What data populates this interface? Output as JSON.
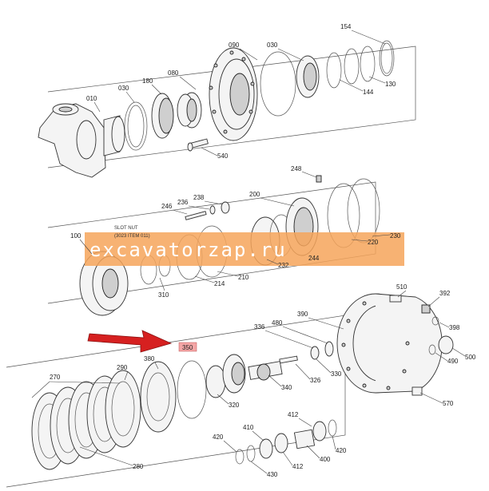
{
  "watermark": {
    "text": "excavatorzap.ru",
    "color": "#f6a55a"
  },
  "slot_note": {
    "line1": "SLOT NUT",
    "line2": "(3023 ITEM 011)"
  },
  "highlight": {
    "label": "350",
    "fill": "#f4a6a6",
    "arrow_color": "#d62020"
  },
  "callouts": [
    {
      "id": "154"
    },
    {
      "id": "090"
    },
    {
      "id": "030"
    },
    {
      "id": "180"
    },
    {
      "id": "080"
    },
    {
      "id": "030"
    },
    {
      "id": "010"
    },
    {
      "id": "144"
    },
    {
      "id": "130"
    },
    {
      "id": "540"
    },
    {
      "id": "248"
    },
    {
      "id": "200"
    },
    {
      "id": "238"
    },
    {
      "id": "236"
    },
    {
      "id": "246"
    },
    {
      "id": "100"
    },
    {
      "id": "220"
    },
    {
      "id": "230"
    },
    {
      "id": "244"
    },
    {
      "id": "232"
    },
    {
      "id": "210"
    },
    {
      "id": "214"
    },
    {
      "id": "310"
    },
    {
      "id": "510"
    },
    {
      "id": "392"
    },
    {
      "id": "390"
    },
    {
      "id": "398"
    },
    {
      "id": "500"
    },
    {
      "id": "490"
    },
    {
      "id": "480"
    },
    {
      "id": "336"
    },
    {
      "id": "380"
    },
    {
      "id": "290"
    },
    {
      "id": "270"
    },
    {
      "id": "330"
    },
    {
      "id": "326"
    },
    {
      "id": "340"
    },
    {
      "id": "320"
    },
    {
      "id": "570"
    },
    {
      "id": "412"
    },
    {
      "id": "410"
    },
    {
      "id": "420"
    },
    {
      "id": "420"
    },
    {
      "id": "400"
    },
    {
      "id": "412"
    },
    {
      "id": "430"
    },
    {
      "id": "280"
    }
  ]
}
